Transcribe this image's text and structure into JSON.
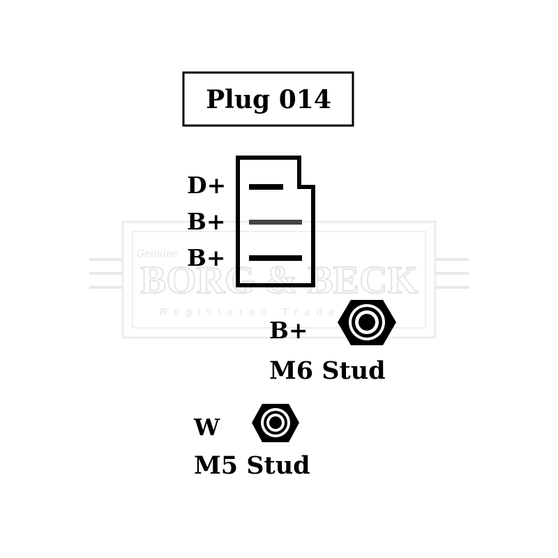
{
  "title": "Plug 014",
  "plug_pins": [
    {
      "label": "D+"
    },
    {
      "label": "B+"
    },
    {
      "label": "B+"
    }
  ],
  "studs": [
    {
      "terminal": "B+",
      "size": "M6 Stud"
    },
    {
      "terminal": "W",
      "size": "M5 Stud"
    }
  ],
  "watermark": {
    "script": "Genuine",
    "brand": "BORG & BECK",
    "trademark": "Registered Trade Mark"
  },
  "colors": {
    "ink": "#000000",
    "watermark": "#e4e4e4",
    "pin_gray": "#444444"
  }
}
